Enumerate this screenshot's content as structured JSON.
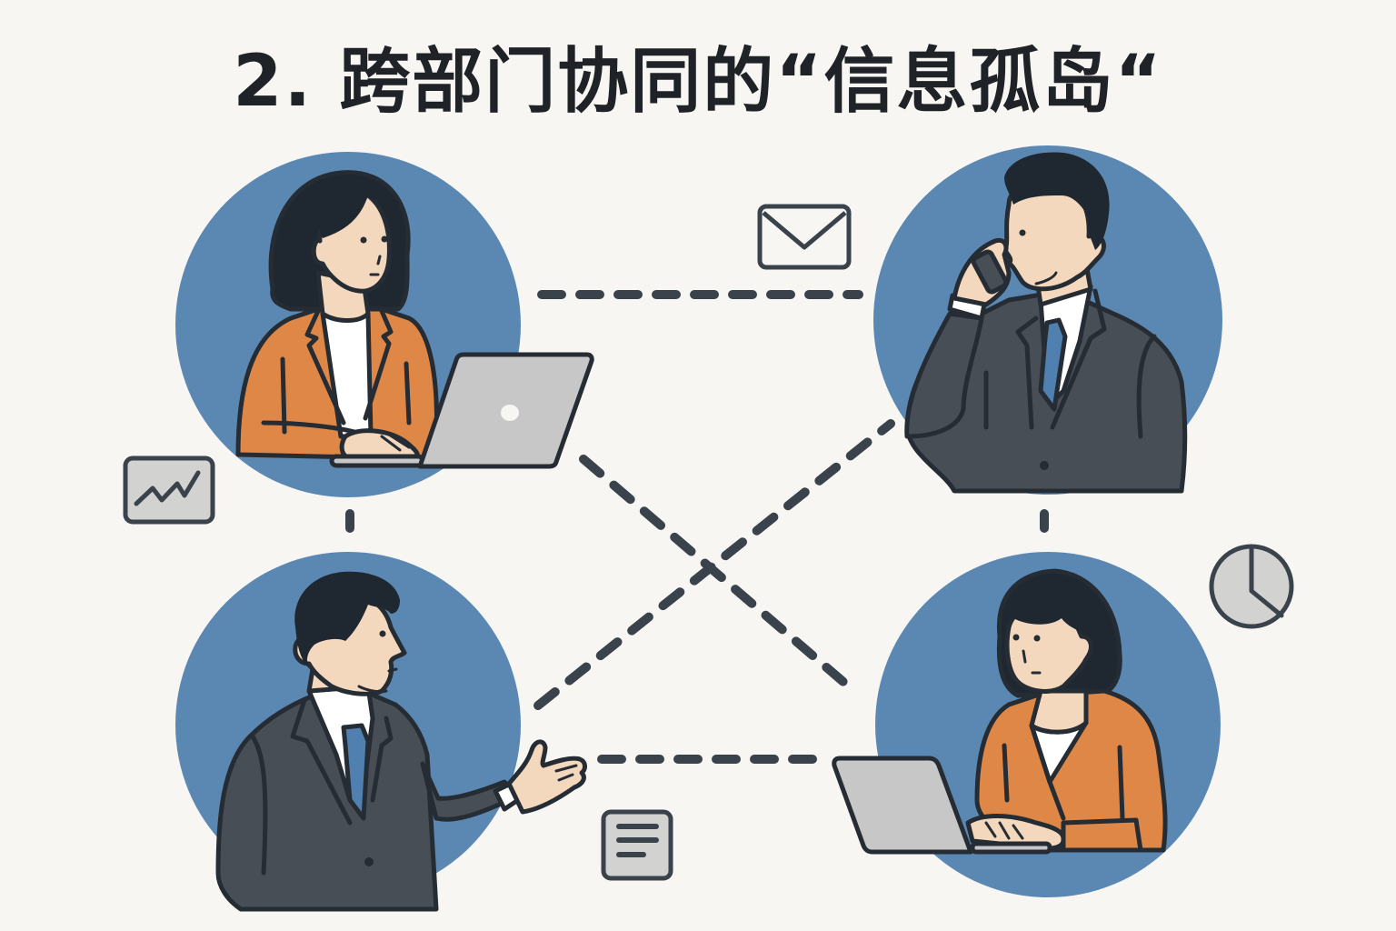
{
  "title": "2. 跨部门协同的“信息孤岛“",
  "colors": {
    "background": "#f8f6f2",
    "circle": "#5b88b3",
    "outline": "#262c33",
    "dash": "#3a434c",
    "skin": "#f3d8bd",
    "hair": "#1f2730",
    "jacket_orange": "#df8747",
    "suit_gray": "#474e56",
    "tie_blue": "#4f80b0",
    "shirt_white": "#ffffff",
    "laptop_gray": "#c7c7c7",
    "icon_fill": "#d2d2d0"
  },
  "people": [
    {
      "id": "top-left",
      "description": "woman in orange blazer using laptop"
    },
    {
      "id": "top-right",
      "description": "man in gray suit talking on phone"
    },
    {
      "id": "bottom-left",
      "description": "man in gray suit gesturing with open hand"
    },
    {
      "id": "bottom-right",
      "description": "woman in orange cardigan typing on laptop"
    }
  ],
  "icons": [
    {
      "name": "envelope-icon",
      "label": "email"
    },
    {
      "name": "line-chart-icon",
      "label": "chart"
    },
    {
      "name": "pie-chart-icon",
      "label": "pie chart"
    },
    {
      "name": "document-icon",
      "label": "document"
    }
  ],
  "connections": [
    {
      "from": "top-left",
      "to": "top-right",
      "style": "dashed"
    },
    {
      "from": "bottom-left",
      "to": "bottom-right",
      "style": "dashed"
    },
    {
      "from": "top-left",
      "to": "bottom-right",
      "style": "dashed"
    },
    {
      "from": "bottom-left",
      "to": "top-right",
      "style": "dashed"
    },
    {
      "from": "top-left",
      "to": "bottom-left",
      "style": "short-break"
    },
    {
      "from": "top-right",
      "to": "bottom-right",
      "style": "short-break"
    }
  ]
}
